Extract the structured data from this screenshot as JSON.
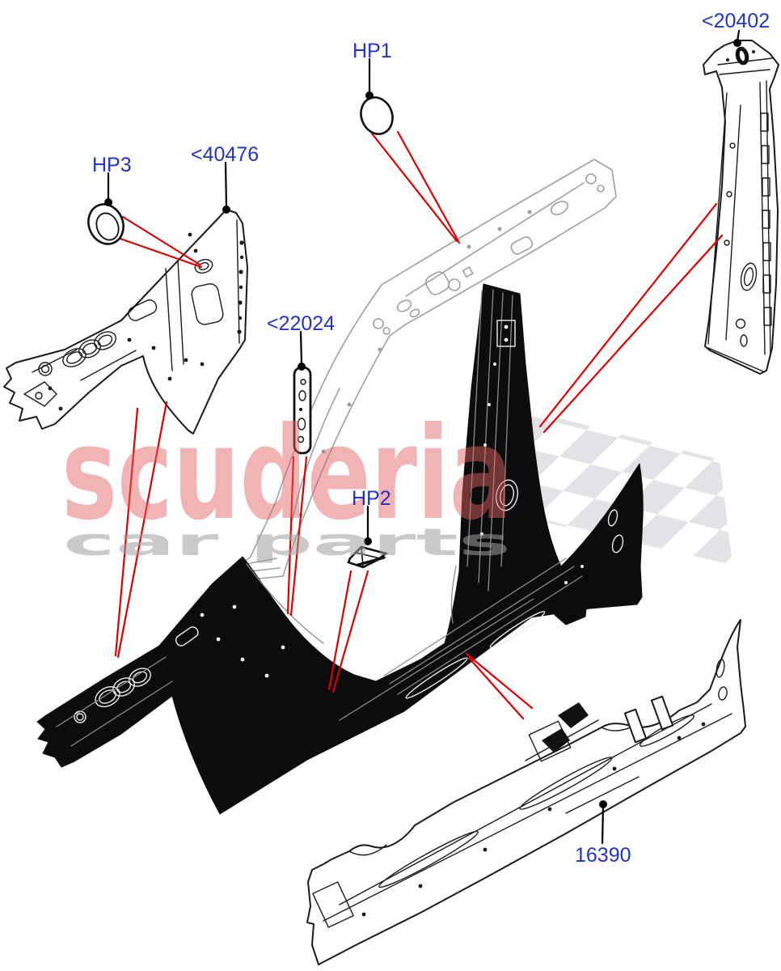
{
  "watermark": {
    "brand": "scuderia",
    "tagline": "car  parts",
    "brand_color": "#f1afaf",
    "tagline_color": "#d6d6d6",
    "checker_color": "#e3e3e7"
  },
  "colors": {
    "label_blue": "#2233cc",
    "callout_red": "#dd0000",
    "leader_black": "#000000",
    "ghost_gray": "#9aa0a3"
  },
  "labels": {
    "hp1": "HP1",
    "hp2": "HP2",
    "hp3": "HP3",
    "p40476": "<40476",
    "p22024": "<22024",
    "p20402": "<20402",
    "p16390": "16390"
  }
}
